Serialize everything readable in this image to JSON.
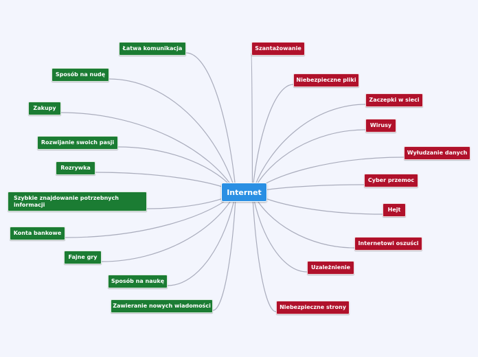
{
  "center": {
    "label": "Internet"
  },
  "branches": {
    "positive": [
      "Łatwa komunikacja",
      "Sposób na nudę",
      "Zakupy",
      "Rozwijanie swoich pasji",
      "Rozrywka",
      "Szybkie znajdowanie potrzebnych informacji",
      "Konta bankowe",
      "Fajne gry",
      "Sposób na naukę",
      "Zawieranie nowych wiadomości"
    ],
    "negative": [
      "Szantażowanie",
      "Niebezpieczne pliki",
      "Zaczepki w sieci",
      "Wirusy",
      "Wyłudzanie danych",
      "Cyber przemoc",
      "Hejt",
      "Internetowi oszuści",
      "Uzależnienie",
      "Niebezpieczne strony"
    ]
  },
  "colors": {
    "center": "#2a8fe3",
    "positive": "#1b7c33",
    "negative": "#b0112b",
    "link": "#a9acbc",
    "background": "#f3f5fd"
  }
}
